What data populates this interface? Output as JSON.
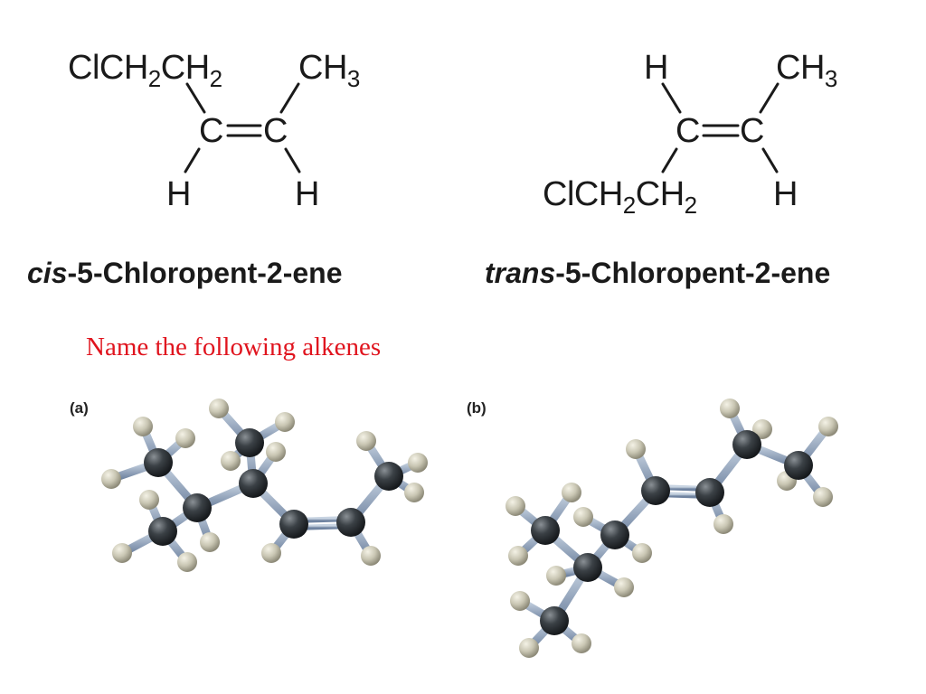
{
  "cis": {
    "groups": {
      "top_left": [
        "ClCH",
        "2",
        "CH",
        "2"
      ],
      "top_right": [
        "CH",
        "3"
      ],
      "c1": "C",
      "c2": "C",
      "bottom_left": "H",
      "bottom_right": "H"
    },
    "name_prefix": "cis",
    "name_rest": "-5-Chloropent-2-ene"
  },
  "trans": {
    "groups": {
      "top_left": "H",
      "top_right": [
        "CH",
        "3"
      ],
      "c1": "C",
      "c2": "C",
      "bottom_left": [
        "ClCH",
        "2",
        "CH",
        "2"
      ],
      "bottom_right": "H"
    },
    "name_prefix": "trans",
    "name_rest": "-5-Chloropent-2-ene"
  },
  "prompt": "Name the following alkenes",
  "panels": {
    "a_label": "(a)",
    "b_label": "(b)"
  },
  "colors": {
    "prompt": "#e0141e",
    "carbon": "#3b4146",
    "hydrogen": "#c9c6b3",
    "bond": "#8fa3bd"
  }
}
